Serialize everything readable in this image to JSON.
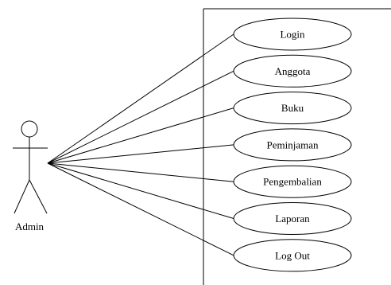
{
  "actor": {
    "label": "Admin"
  },
  "use_cases": [
    {
      "label": "Login"
    },
    {
      "label": "Anggota"
    },
    {
      "label": "Buku"
    },
    {
      "label": "Peminjaman"
    },
    {
      "label": "Pengembalian"
    },
    {
      "label": "Laporan"
    },
    {
      "label": "Log Out"
    }
  ]
}
